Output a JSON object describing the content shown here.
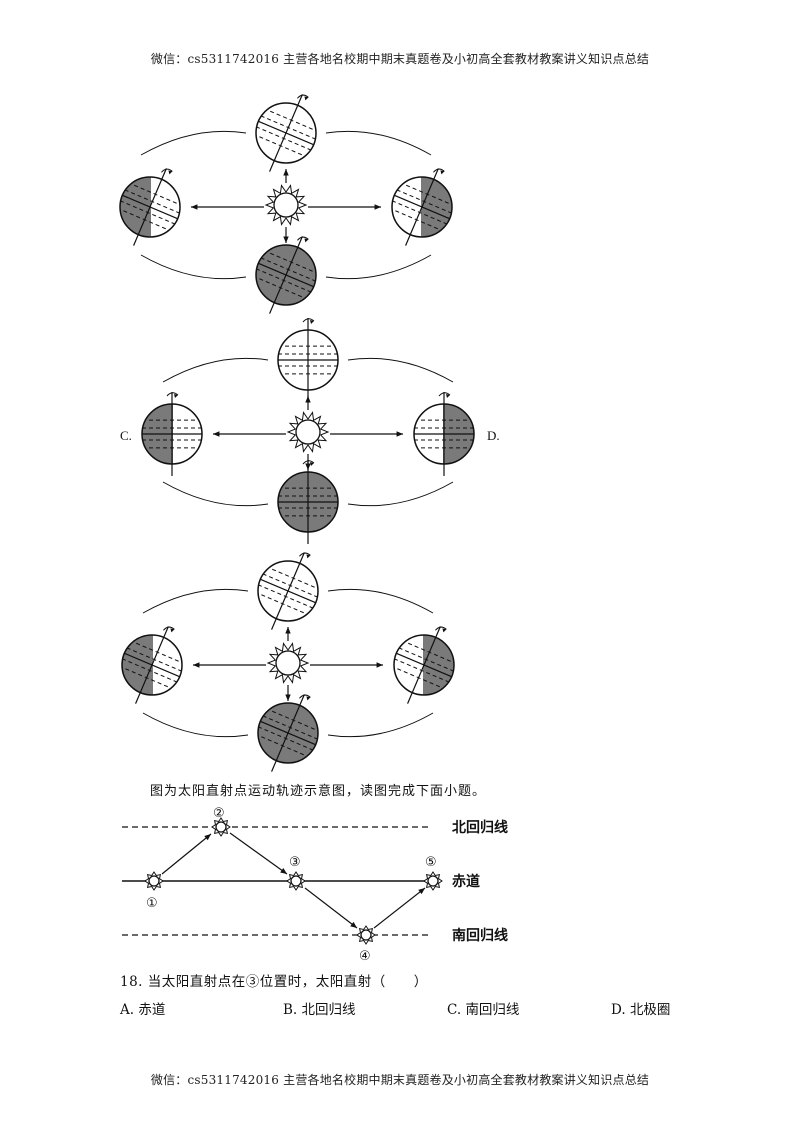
{
  "header": {
    "text": "微信：cs5311742016 主营各地名校期中期末真题卷及小初高全套教材教案讲义知识点总结"
  },
  "footer": {
    "text": "微信：cs5311742016 主营各地名校期中期末真题卷及小初高全套教材教案讲义知识点总结"
  },
  "option_labels": {
    "c": "C.",
    "d": "D."
  },
  "intro": "图为太阳直射点运动轨迹示意图，读图完成下面小题。",
  "trajectory": {
    "north_tropic": "北回归线",
    "equator": "赤道",
    "south_tropic": "南回归线",
    "points": [
      "①",
      "②",
      "③",
      "④",
      "⑤"
    ]
  },
  "question": {
    "number": "18.",
    "text": "当太阳直射点在③位置时，太阳直射（　　）",
    "options": [
      {
        "letter": "A.",
        "text": "赤道"
      },
      {
        "letter": "B.",
        "text": "北回归线"
      },
      {
        "letter": "C.",
        "text": "南回归线"
      },
      {
        "letter": "D.",
        "text": "北极圈"
      }
    ]
  },
  "colors": {
    "shade": "#7a7a7a",
    "line": "#111111"
  }
}
